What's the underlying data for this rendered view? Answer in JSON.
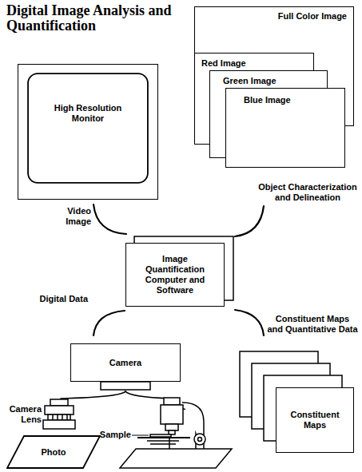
{
  "diagram": {
    "title": "Digital Image Analysis and Quantification",
    "nodes": [
      {
        "text": [
          "High Resolution Monitor"
        ]
      },
      {
        "text": [
          "Full Color Image"
        ]
      },
      {
        "text": [
          "Red Image"
        ]
      },
      {
        "text": [
          "Green Image"
        ]
      },
      {
        "text": [
          "Blue Image"
        ]
      },
      {
        "text": [
          "Image Quantification Computer and Software"
        ]
      },
      {
        "text": [
          "Camera"
        ]
      },
      {
        "text": [
          "Photo"
        ]
      },
      {
        "text": [
          "Constituent Maps"
        ]
      }
    ],
    "labels": [
      "Video Image",
      "Object Characterization and Delineation",
      "Digital Data",
      "Constituent Maps and Quantitative Data",
      "Camera Lens",
      "Sample"
    ]
  }
}
